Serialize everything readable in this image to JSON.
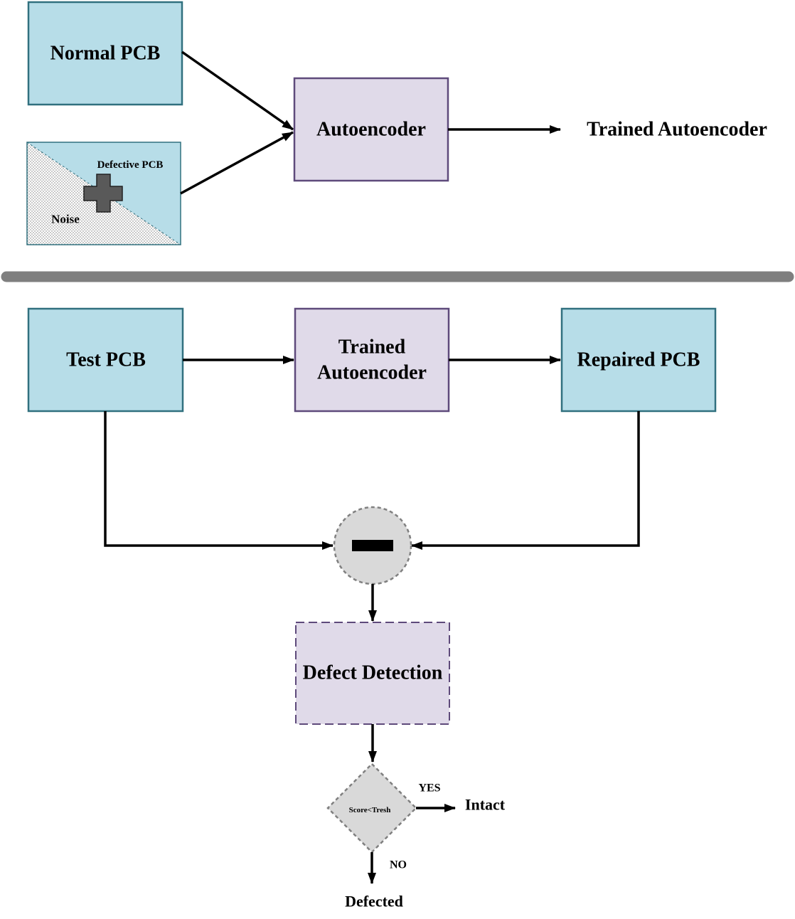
{
  "training": {
    "normal_pcb": "Normal PCB",
    "defective_pcb": "Defective PCB",
    "noise": "Noise",
    "autoencoder": "Autoencoder",
    "output": "Trained Autoencoder"
  },
  "testing": {
    "test_pcb": "Test PCB",
    "trained_autoencoder": [
      "Trained",
      "Autoencoder"
    ],
    "repaired_pcb": "Repaired PCB",
    "defect_detection": "Defect Detection",
    "decision": "Score<Tresh",
    "yes_label": "YES",
    "intact": "Intact",
    "no_label": "NO",
    "defected": "Defected"
  },
  "colors": {
    "pcb_fill": "#b7dde8",
    "pcb_stroke": "#31707f",
    "model_fill": "#e0dae9",
    "model_stroke": "#5e4a7b",
    "operator_fill": "#d9d9d9",
    "operator_stroke": "#808080",
    "separator": "#7f7f7f",
    "plus_fill": "#595959"
  },
  "icons": {
    "defect": "plus-icon",
    "subtract": "minus-icon"
  }
}
